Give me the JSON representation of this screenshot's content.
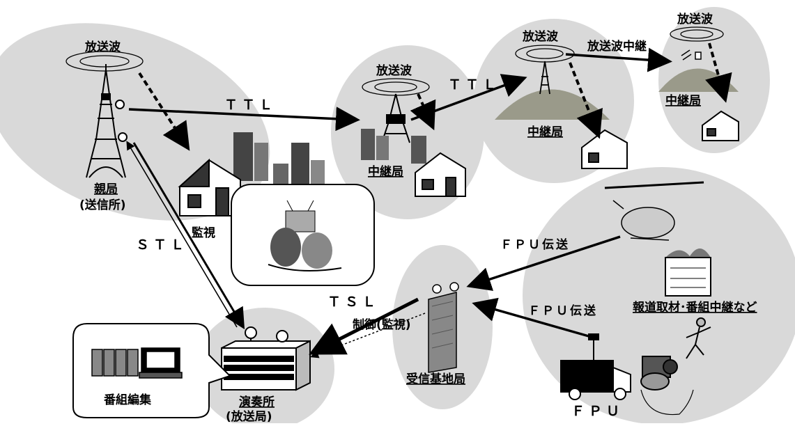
{
  "labels": {
    "wave_main": "放送波",
    "wave_relay1": "放送波",
    "wave_relay2": "放送波",
    "wave_relay3": "放送波",
    "wave_relay_hop": "放送波中継",
    "parent_station_line1": "親局",
    "parent_station_line2": "(送信所)",
    "relay_station_1": "中継局",
    "relay_station_2": "中継局",
    "relay_station_3": "中継局",
    "ttl_1": "ＴＴＬ",
    "ttl_2": "ＴＴＬ",
    "stl": "ＳＴＬ",
    "tsl": "ＴＳＬ",
    "monitor": "監視",
    "fpu_transmit_1": "ＦＰＵ伝送",
    "fpu_transmit_2": "ＦＰＵ伝送",
    "control_monitor": "制御(監視)",
    "receiving_base": "受信基地局",
    "news_relay": "報道取材･番組中継など",
    "fpu": "ＦＰＵ",
    "program_editing": "番組編集",
    "studio_line1": "演奏所",
    "studio_line2": "(放送局)"
  },
  "colors": {
    "zone_fill": "#d9d9d9",
    "mountain": "#9a9a8a",
    "line": "#000000",
    "building_dark": "#444444",
    "building_light": "#bbbbbb"
  }
}
